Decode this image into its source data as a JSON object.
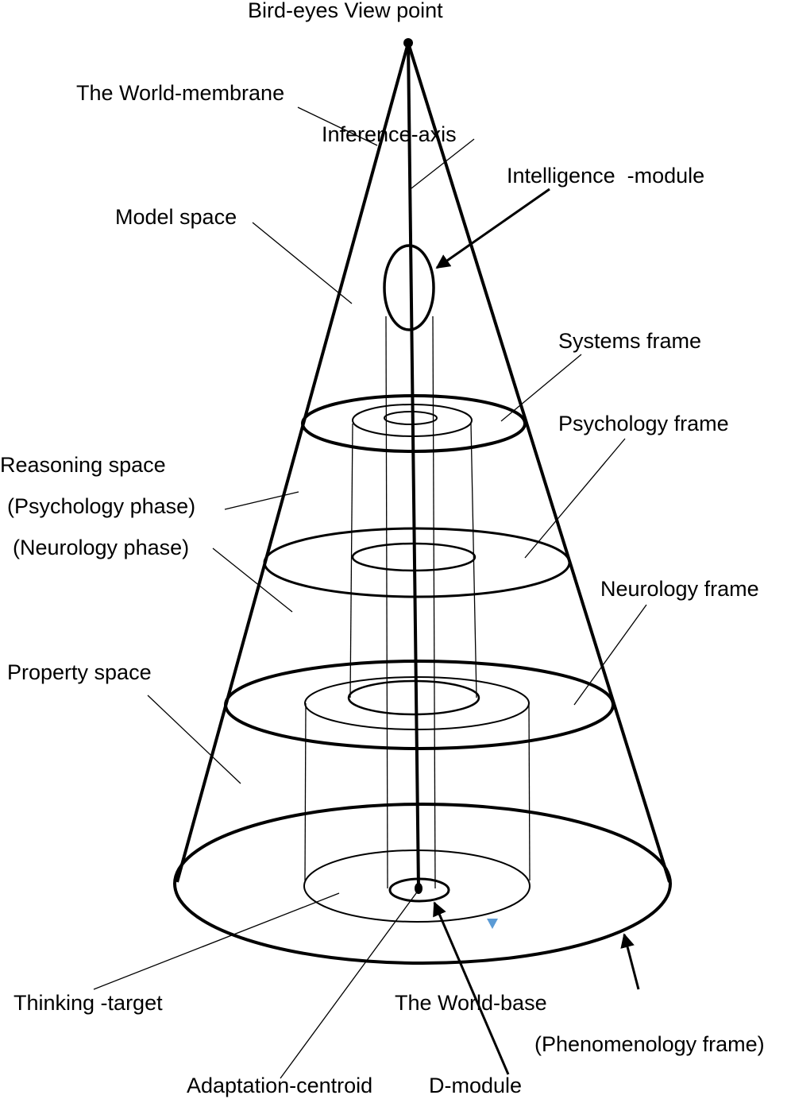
{
  "diagram": {
    "title": "Bird-eyes View point",
    "labels": {
      "world_membrane": "The World-membrane",
      "inference_axis": "Inference-axis",
      "intelligence_module": "Intelligence  -module",
      "model_space": "Model space",
      "systems_frame": "Systems frame",
      "psychology_frame": "Psychology frame",
      "reasoning_space": "Reasoning space",
      "psychology_phase": "(Psychology phase)",
      "neurology_phase": "(Neurology phase)",
      "neurology_frame": "Neurology frame",
      "property_space": "Property space",
      "thinking_target": "Thinking -target",
      "world_base": "The World-base",
      "phenomenology_frame": "(Phenomenology frame)",
      "adaptation_centroid": "Adaptation-centroid",
      "d_module": "D-module"
    },
    "marker_color": "#5b9bd5"
  }
}
